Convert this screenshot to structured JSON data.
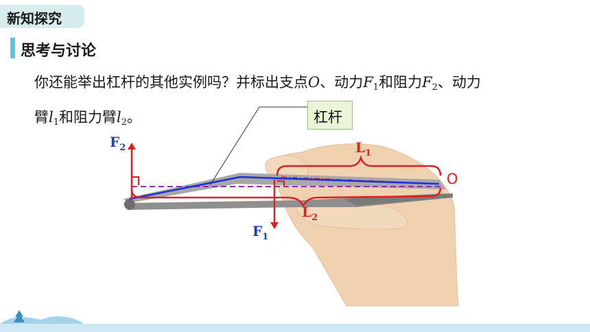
{
  "header_tag": "新知探究",
  "section_title": "思考与讨论",
  "question": {
    "line1": {
      "part1": "你还能举出杠杆的其他实例吗？并标出支点",
      "O": "O",
      "part2": "、动力",
      "F": "F",
      "sub1": "1",
      "part3": "和阻力",
      "sub2": "2",
      "part4": "、动力"
    },
    "line2": {
      "part1": "臂",
      "l": "l",
      "sub1": "1",
      "part2": "和阻力臂",
      "sub2": "2",
      "part3": "。"
    }
  },
  "callout_label": "杠杆",
  "figure_labels": {
    "F2": "F",
    "F2_sub": "2",
    "F1": "F",
    "F1_sub": "1",
    "L1": "L",
    "L1_sub": "1",
    "L2": "L",
    "L2_sub": "2",
    "pivot": "O"
  },
  "colors": {
    "force_label": "#1f3fb0",
    "arm_label": "#e02020",
    "lever_line": "#1a2fe0",
    "dashed_line": "#8a2fb0",
    "hand": "#f0d2b0"
  }
}
